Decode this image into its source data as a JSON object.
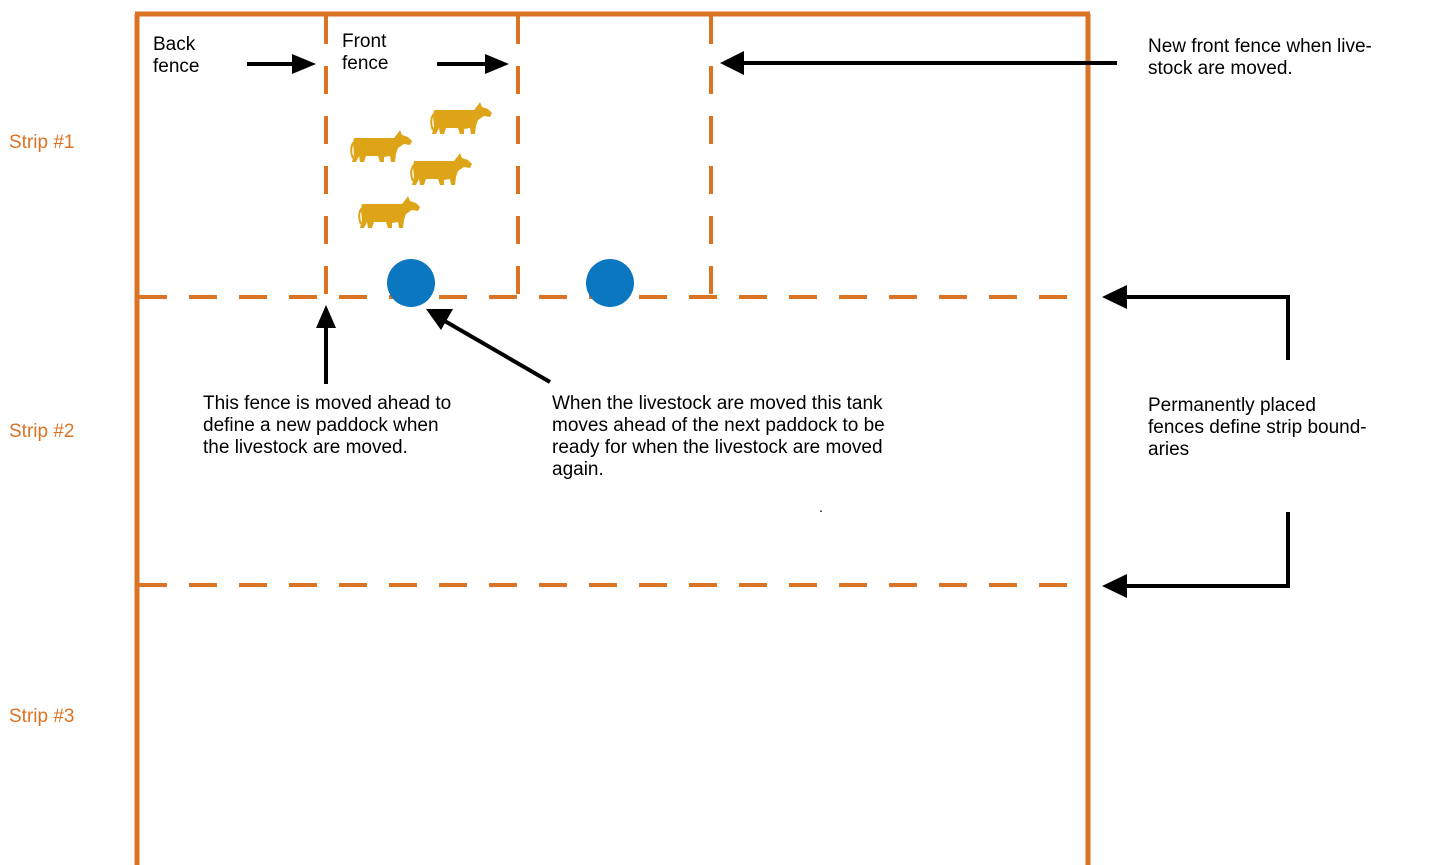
{
  "colors": {
    "fence": "#DB7324",
    "tank": "#0B77C1",
    "livestock": "#DDA418",
    "arrow": "#000000",
    "text": "#000000",
    "strip_label": "#DB7324"
  },
  "icons": {
    "livestock": "cow-icon",
    "water_tank": "water-tank-icon"
  },
  "strips": {
    "strip1": "Strip #1",
    "strip2": "Strip #2",
    "strip3": "Strip #3"
  },
  "labels": {
    "back_fence": "Back\nfence",
    "front_fence": "Front\nfence",
    "new_front_fence": "New front fence when live-\nstock are moved.",
    "fence_moved": "This fence is moved ahead to\ndefine a new paddock when\nthe livestock are moved.",
    "tank_moves": "When the livestock are moved this tank\nmoves ahead of the next paddock to be\nready for when the livestock are moved\nagain.",
    "permanent_fences": "Permanently placed\nfences define strip bound-\naries",
    "stray_dot": "."
  }
}
